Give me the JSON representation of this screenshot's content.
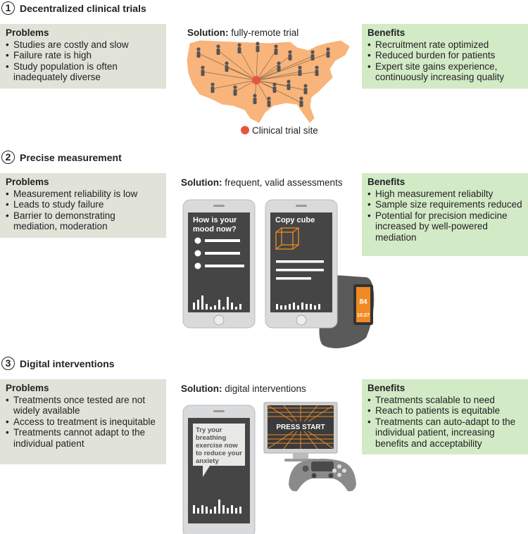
{
  "sections": [
    {
      "number": "1",
      "title": "Decentralized clinical trials",
      "problems_heading": "Problems",
      "problems": [
        "Studies are costly and slow",
        "Failure rate is high",
        "Study population is often inadequately diverse"
      ],
      "solution_label": "Solution:",
      "solution_text": " fully-remote trial",
      "benefits_heading": "Benefits",
      "benefits": [
        "Recruitment rate optimized",
        "Reduced burden for patients",
        "Expert site gains experience, continuously increasing quality"
      ],
      "legend": "Clinical trial site"
    },
    {
      "number": "2",
      "title": "Precise measurement",
      "problems_heading": "Problems",
      "problems": [
        "Measurement reliability is low",
        "Leads to study failure",
        "Barrier to demonstrating mediation, moderation"
      ],
      "solution_label": "Solution:",
      "solution_text": " frequent, valid assessments",
      "benefits_heading": "Benefits",
      "benefits": [
        "High measurement reliabilty",
        "Sample size requirements reduced",
        "Potential for precision medicine increased by well-powered mediation"
      ],
      "phone1_text": [
        "How is your",
        "mood now?"
      ],
      "phone2_text": "Copy cube",
      "watch_values": [
        "84",
        "10:27"
      ]
    },
    {
      "number": "3",
      "title": "Digital interventions",
      "problems_heading": "Problems",
      "problems": [
        "Treatments once tested are not widely available",
        "Access to treatment is inequitable",
        "Treatments cannot adapt to the individual patient"
      ],
      "solution_label": "Solution:",
      "solution_text": " digital interventions",
      "benefits_heading": "Benefits",
      "benefits": [
        "Treatments scalable to need",
        "Reach to patients is equitable",
        "Treatments can auto-adapt to the individual patient, increasing benefits and acceptability"
      ],
      "phone_text": [
        "Try your",
        "breathing",
        "exercise now",
        "to reduce your",
        "anxiety"
      ],
      "game_text": "PRESS START"
    }
  ],
  "colors": {
    "problems_bg": "#e1e3d9",
    "benefits_bg": "#d3eac7",
    "map_fill": "#f8b47a",
    "site_red": "#e8553f",
    "watch_orange": "#f08a24"
  }
}
